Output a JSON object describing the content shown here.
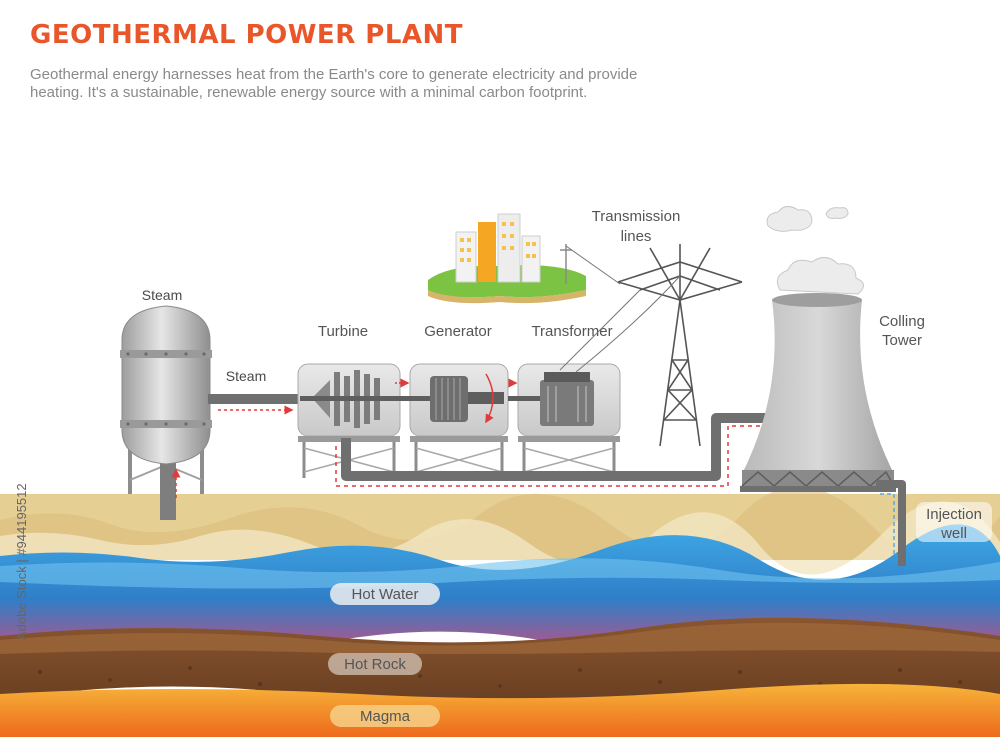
{
  "header": {
    "title": "GEOTHERMAL POWER PLANT",
    "description": "Geothermal energy harnesses heat from the Earth's core to generate electricity and provide heating. It's a sustainable, renewable energy source with a minimal carbon footprint."
  },
  "labels": {
    "steam_tank": "Steam",
    "steam_pipe": "Steam",
    "turbine": "Turbine",
    "generator": "Generator",
    "transformer": "Transformer",
    "transmission_line1": "Transmission",
    "transmission_line2": "lines",
    "tower_line1": "Colling",
    "tower_line2": "Tower",
    "injection_line1": "Injection",
    "injection_line2": "well"
  },
  "layers": {
    "hot_water": "Hot Water",
    "hot_rock": "Hot Rock",
    "magma": "Magma"
  },
  "watermark": {
    "side_id": "Adobe Stock | #944195512"
  },
  "colors": {
    "title": "#e8562a",
    "soil": "#e6cf93",
    "water": "#3fa2dc",
    "rock": "#7a4a2a",
    "magma": "#f39a22",
    "flow_arrows": "#e03a3a"
  }
}
